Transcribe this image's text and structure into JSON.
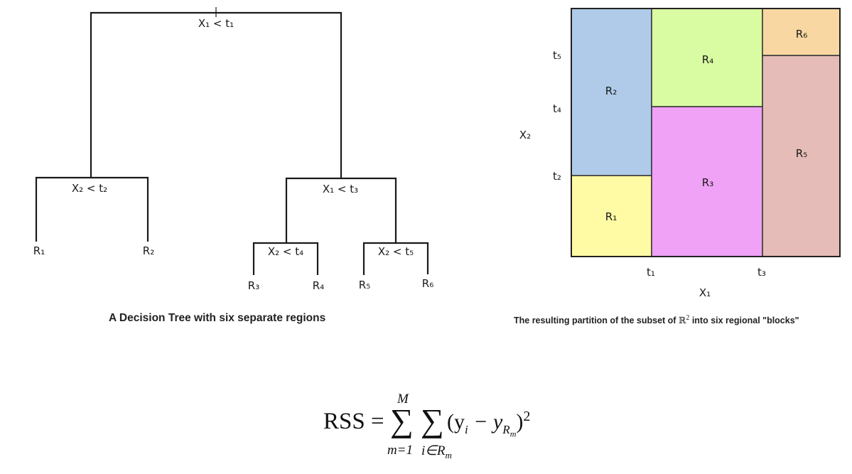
{
  "tree": {
    "root": {
      "label": "X₁ < t₁"
    },
    "left": {
      "label": "X₂ < t₂",
      "leaves": [
        "R₁",
        "R₂"
      ]
    },
    "right": {
      "label": "X₁ < t₃"
    },
    "right_left": {
      "label": "X₂ < t₄",
      "leaves": [
        "R₃",
        "R₄"
      ]
    },
    "right_right": {
      "label": "X₂ < t₅",
      "leaves": [
        "R₅",
        "R₆"
      ]
    },
    "caption": "A Decision Tree with six separate regions"
  },
  "partition": {
    "x_axis_label": "X₁",
    "y_axis_label": "X₂",
    "x_ticks": [
      "t₁",
      "t₃"
    ],
    "y_ticks": [
      "t₅",
      "t₄",
      "t₂"
    ],
    "regions": [
      {
        "label": "R₁",
        "color": "#fffaa4"
      },
      {
        "label": "R₂",
        "color": "#afcbe9"
      },
      {
        "label": "R₃",
        "color": "#f0a2f6"
      },
      {
        "label": "R₄",
        "color": "#d9fca2"
      },
      {
        "label": "R₅",
        "color": "#e5bcb7"
      },
      {
        "label": "R₆",
        "color": "#f8d7a2"
      }
    ],
    "caption_before": "The resulting partition of the subset of ",
    "caption_set": "ℝ",
    "caption_exp": "2",
    "caption_after": " into six regional \"blocks\""
  },
  "formula": {
    "lhs": "RSS =",
    "outer_sum_upper": "M",
    "outer_sum_lower": "m=1",
    "inner_sum_lower": "i∈R",
    "inner_sum_lower_sub": "m",
    "sigma": "∑",
    "term": "(y",
    "term_i": "i",
    "term_minus": " − y",
    "term_hat_sub": "R",
    "term_hat_sub_sub": "m",
    "term_close": ")",
    "exponent": "2"
  }
}
